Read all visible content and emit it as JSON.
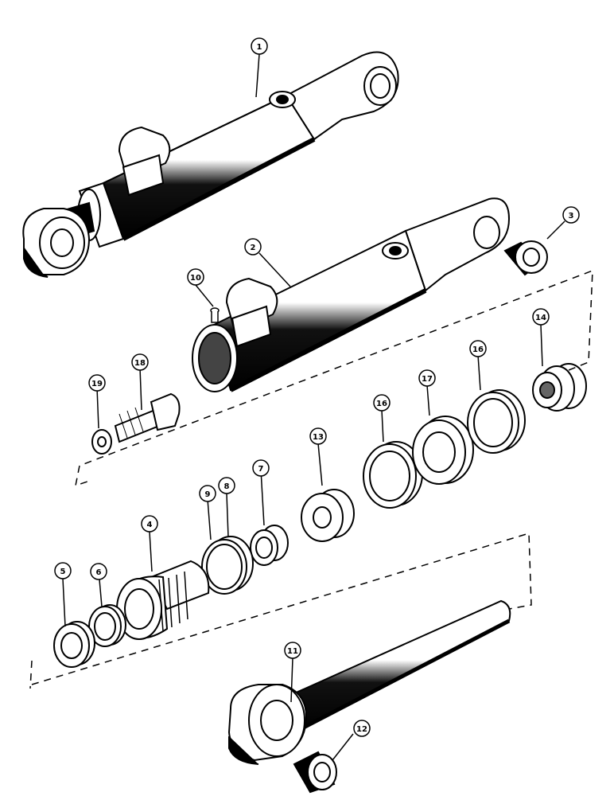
{
  "diagram": {
    "ink_color": "#000000",
    "paper_color": "#ffffff",
    "callouts": [
      "1",
      "2",
      "3",
      "4",
      "5",
      "6",
      "7",
      "8",
      "9",
      "10",
      "11",
      "12",
      "13",
      "14",
      "16",
      "16",
      "17",
      "18",
      "19"
    ]
  }
}
